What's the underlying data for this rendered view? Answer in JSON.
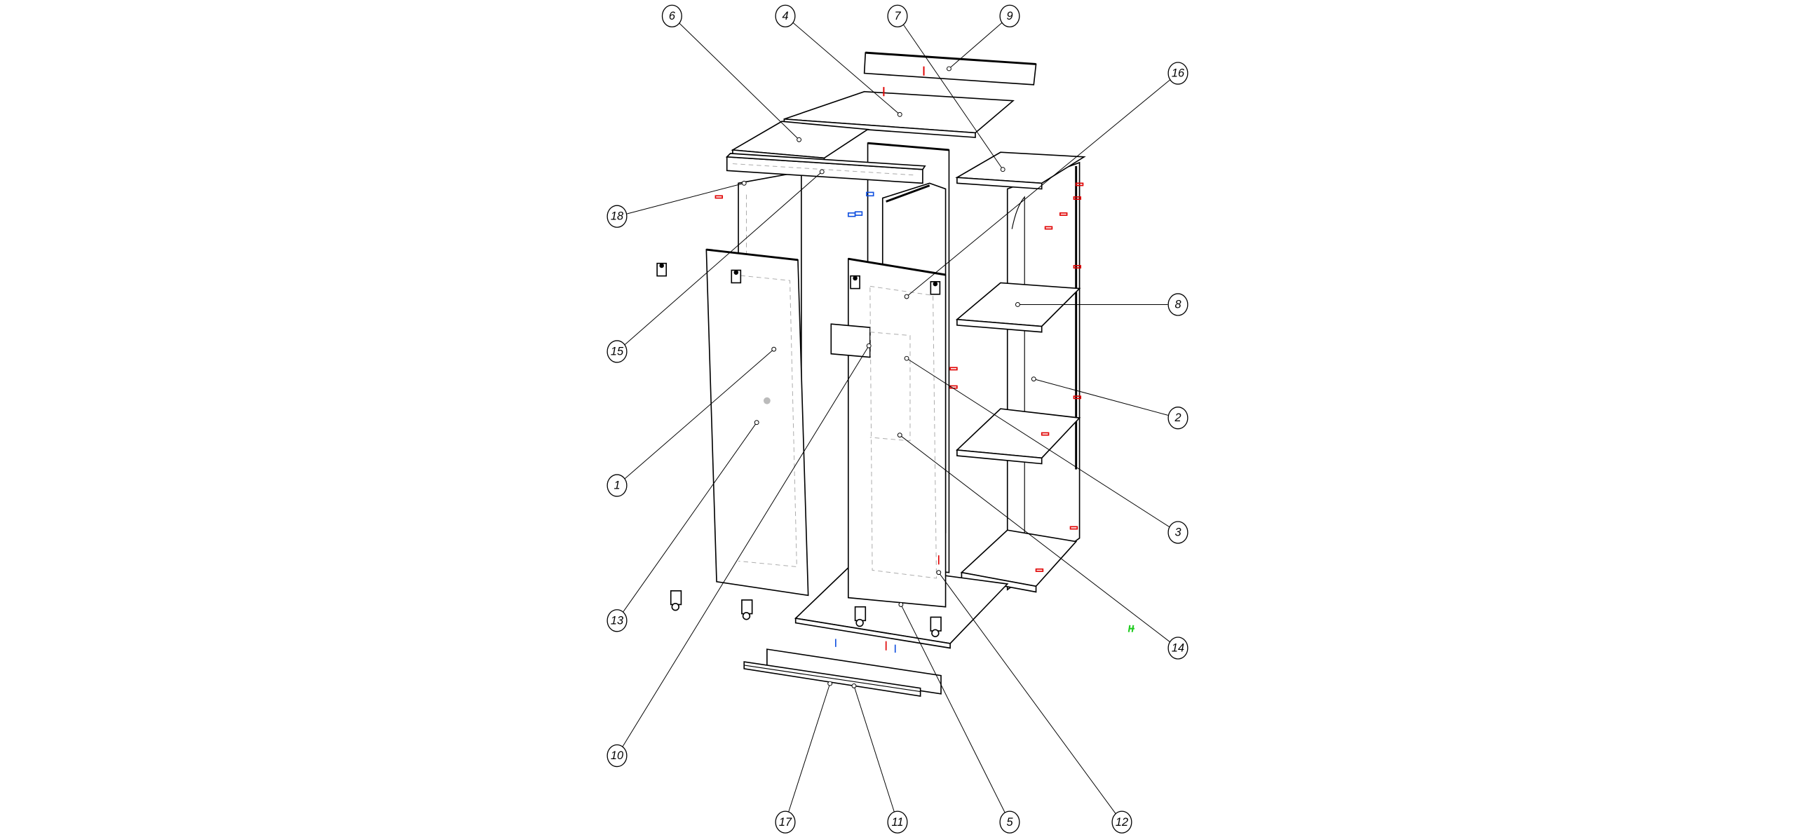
{
  "diagram": {
    "type": "exploded assembly drawing",
    "colors": {
      "line": "#000000",
      "fastener_red": "#e00000",
      "fastener_blue": "#1050e0",
      "marker_green": "#22cc22"
    },
    "callouts": [
      {
        "id": "c6",
        "label": "6"
      },
      {
        "id": "c4",
        "label": "4"
      },
      {
        "id": "c7",
        "label": "7"
      },
      {
        "id": "c9",
        "label": "9"
      },
      {
        "id": "c16",
        "label": "16"
      },
      {
        "id": "c18",
        "label": "18"
      },
      {
        "id": "c15",
        "label": "15"
      },
      {
        "id": "c8",
        "label": "8"
      },
      {
        "id": "c2",
        "label": "2"
      },
      {
        "id": "c1",
        "label": "1"
      },
      {
        "id": "c3",
        "label": "3"
      },
      {
        "id": "c13",
        "label": "13"
      },
      {
        "id": "c14",
        "label": "14"
      },
      {
        "id": "c10",
        "label": "10"
      },
      {
        "id": "c17",
        "label": "17"
      },
      {
        "id": "c11",
        "label": "11"
      },
      {
        "id": "c5",
        "label": "5"
      },
      {
        "id": "c12",
        "label": "12"
      }
    ]
  }
}
